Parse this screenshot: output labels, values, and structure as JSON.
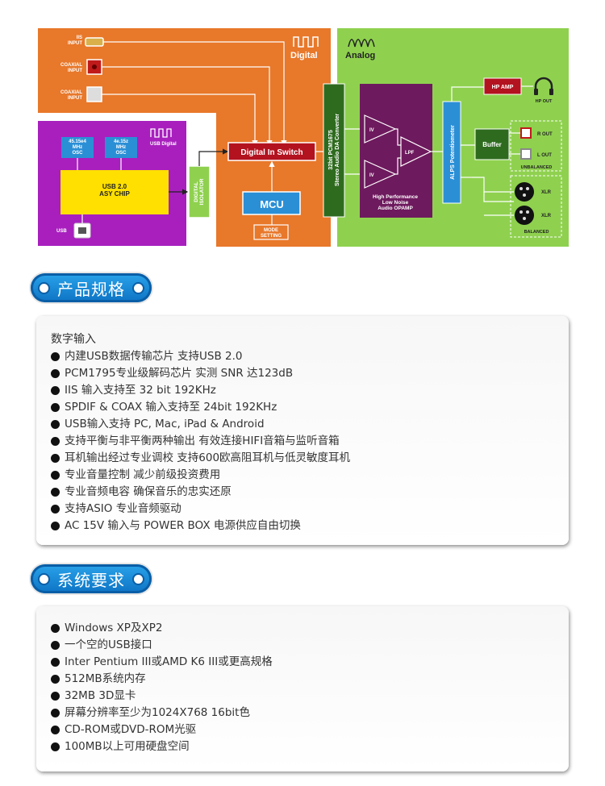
{
  "diagram": {
    "iis_input": "IIS\nINPUT",
    "coaxial_input_1": "COAXIAL\nINPUT",
    "coaxial_input_2": "COAXIAL\nINPUT",
    "digital_label": "Digital",
    "analog_label": "Analog",
    "osc1": "45.15e4\nMHz\nOSC",
    "osc2": "4e.15z\nMHz\nOSC",
    "usb_digital": "USB Digital",
    "usb_chip": "USB 2.0\nASY CHIP",
    "usb_label": "USB",
    "digital_isolator": "DIGITAL\nISOLATOR",
    "digital_in_switch": "Digital In Switch",
    "mcu": "MCU",
    "mode_setting": "MODE\nSETTING",
    "dac": "32bit PCM1675\nStereo Audio DA Converter",
    "iv1": "IV",
    "iv2": "IV",
    "lpf": "LPF",
    "opamp": "High Performance\nLow Noise\nAudio OPAMP",
    "alps": "ALPS Potentiometer",
    "hp_amp": "HP AMP",
    "hp_out": "HP OUT",
    "buffer": "Buffer",
    "r_out": "R OUT",
    "l_out": "L OUT",
    "unbalanced": "UNBALANCED",
    "xlr1": "XLR",
    "xlr2": "XLR",
    "balanced": "BALANCED",
    "colors": {
      "orange": "#e8782a",
      "magenta": "#a81fbe",
      "green": "#8fd14f",
      "dark_green": "#2f6b1f",
      "darkred": "#b3121f",
      "purple": "#6e1a5e",
      "blue": "#2b8fd6",
      "yellow": "#ffe000"
    }
  },
  "spec_section": {
    "heading": "产品规格",
    "title": "数字输入",
    "items": [
      "内建USB数据传输芯片 支持USB 2.0",
      "PCM1795专业级解码芯片 实测 SNR 达123dB",
      "IIS 输入支持至 32 bit 192KHz",
      "SPDIF & COAX 输入支持至 24bit 192KHz",
      "USB输入支持 PC, Mac, iPad & Android",
      "支持平衡与非平衡两种输出 有效连接HIFI音箱与监听音箱",
      "耳机输出经过专业调校 支持600欧高阻耳机与低灵敏度耳机",
      "专业音量控制 减少前级投资费用",
      "专业音频电容 确保音乐的忠实还原",
      "支持ASIO 专业音频驱动",
      "AC 15V 输入与 POWER BOX 电源供应自由切换"
    ]
  },
  "system_section": {
    "heading": "系统要求",
    "items": [
      "Windows XP及XP2",
      "一个空的USB接口",
      "Inter Pentium III或AMD K6 III或更高规格",
      "512MB系统内存",
      "32MB 3D显卡",
      "屏幕分辨率至少为1024X768 16bit色",
      "CD-ROM或DVD-ROM光驱",
      "100MB以上可用硬盘空间"
    ]
  }
}
